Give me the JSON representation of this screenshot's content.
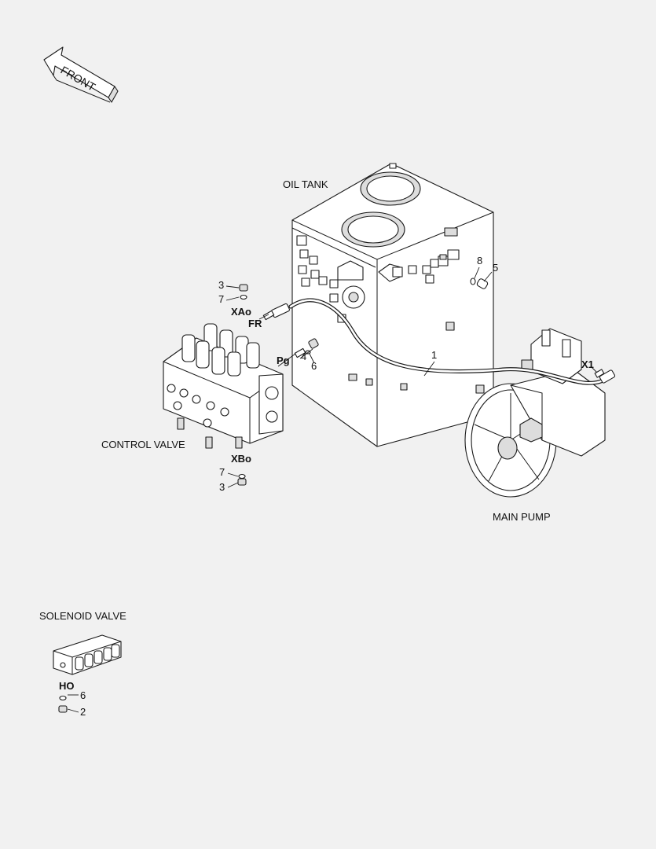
{
  "labels": {
    "front": "FRONT",
    "oil_tank": "OIL TANK",
    "control_valve": "CONTROL VALVE",
    "main_pump": "MAIN PUMP",
    "solenoid_valve": "SOLENOID VALVE"
  },
  "ports": {
    "xao": "XAo",
    "fr": "FR",
    "pg": "Pg",
    "xbo": "XBo",
    "x1": "X1",
    "ho": "HO"
  },
  "part_numbers": {
    "hose": "1",
    "plug_sol": "2",
    "plug_top": "3",
    "plug_bottom": "3",
    "fitting_pg": "4",
    "elbow_tank": "5",
    "oring_pg": "6",
    "oring_sol": "6",
    "oring_top": "7",
    "oring_bottom": "7",
    "oring_tank": "8"
  }
}
